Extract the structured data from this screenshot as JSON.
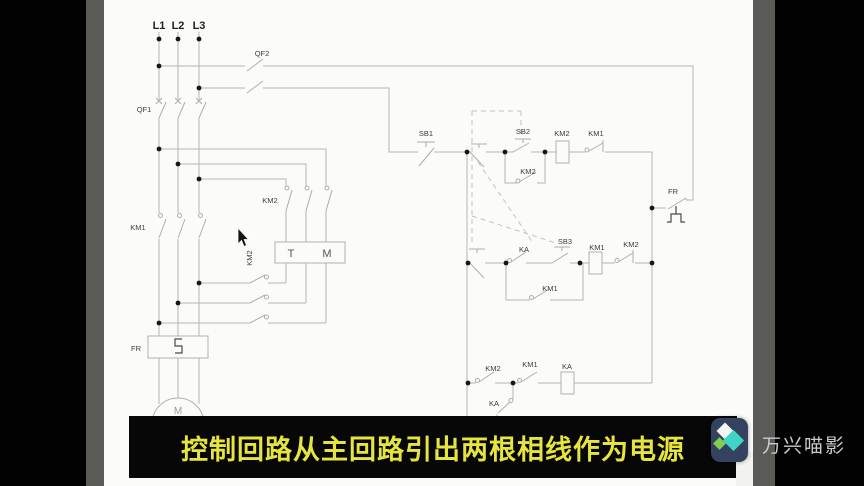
{
  "subtitle": {
    "text": "控制回路从主回路引出两根相线作为电源",
    "color": "#e6e43e",
    "background": "#070707"
  },
  "watermark": {
    "brand": "万兴喵影",
    "logo_colors": {
      "base": "#344260",
      "diamond_white": "#f4f6f5",
      "diamond_teal": "#3fd4c5",
      "diamond_green": "#7dd14c"
    }
  },
  "diagram": {
    "colors": {
      "canvas": "#fbfbf9",
      "wire": "#b4b4b1",
      "label": "#3c3c3c",
      "side_strip": "#5a5a57"
    },
    "phases": {
      "l1": "L1",
      "l2": "L2",
      "l3": "L3"
    },
    "labels": {
      "qf1": "QF1",
      "qf2": "QF2",
      "km1_main": "KM1",
      "km2_upper": "KM2",
      "km2_rotated": "KM2",
      "box_t": "T",
      "box_m": "M",
      "fr_main": "FR",
      "motor": "M",
      "sb1": "SB1",
      "sb2": "SB2",
      "km2_coil": "KM2",
      "km1_nc": "KM1",
      "fr_contact": "FR",
      "km2_hold": "KM2",
      "ka_row2": "KA",
      "sb3": "SB3",
      "km1_coil": "KM1",
      "km2_nc": "KM2",
      "km1_hold": "KM1",
      "km2_row3": "KM2",
      "km1_row3": "KM1",
      "ka_coil": "KA",
      "ka_branch": "KA"
    }
  }
}
